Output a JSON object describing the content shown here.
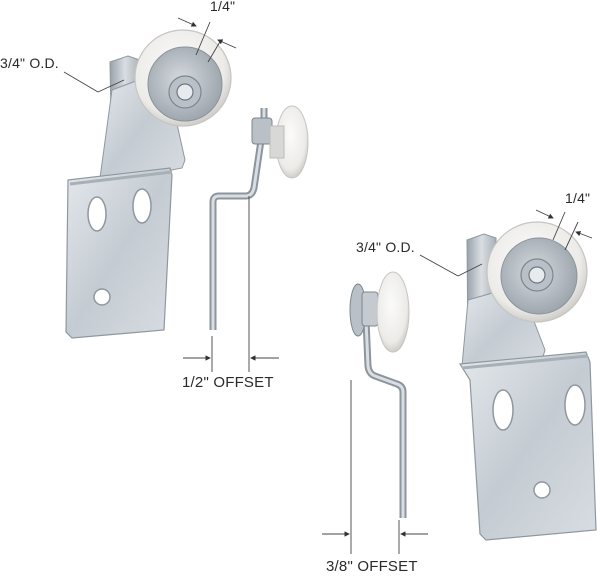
{
  "diagram": {
    "subject": "Pocket door roller and bracket hardware",
    "colors": {
      "background": "#ffffff",
      "metal": "#c9cfd6",
      "metal_dark": "#8e979f",
      "metal_light": "#e6eaee",
      "roller": "#eeeeec",
      "roller_shadow": "#cfcfcc",
      "line": "#3a3a3a"
    },
    "assembly_1": {
      "roller_width_label": "1/4\"",
      "roller_od_label": "3/4\" O.D.",
      "offset_label": "1/2\" OFFSET"
    },
    "assembly_2": {
      "roller_width_label": "1/4\"",
      "roller_od_label": "3/4\" O.D.",
      "offset_label": "3/8\" OFFSET"
    }
  }
}
